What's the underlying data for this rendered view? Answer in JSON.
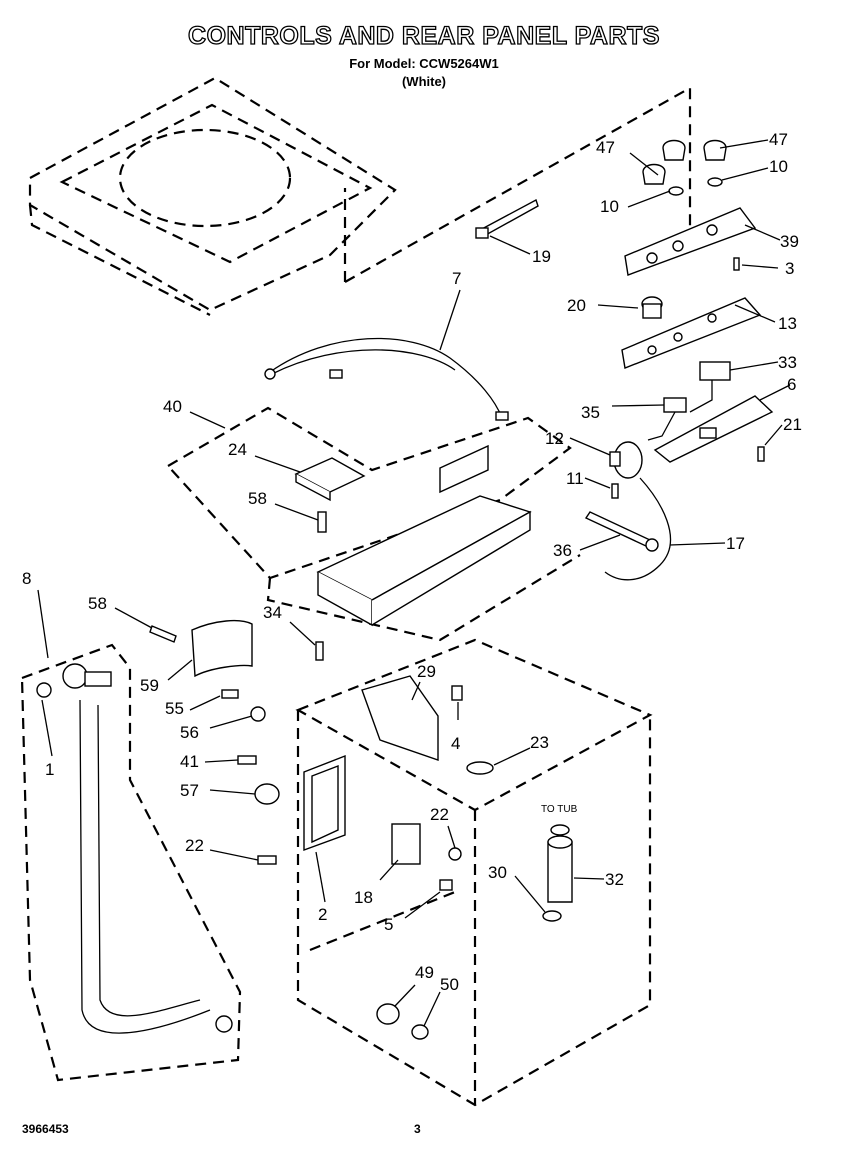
{
  "header": {
    "title": "CONTROLS AND REAR PANEL PARTS",
    "model_line": "For Model: CCW5264W1",
    "color_line": "(White)"
  },
  "footer": {
    "doc_number": "3966453",
    "page_number": "3"
  },
  "callouts": {
    "c1": "1",
    "c2": "2",
    "c3": "3",
    "c4": "4",
    "c5": "5",
    "c6": "6",
    "c7": "7",
    "c8": "8",
    "c10a": "10",
    "c10b": "10",
    "c11": "11",
    "c12": "12",
    "c13": "13",
    "c17": "17",
    "c18": "18",
    "c19": "19",
    "c20": "20",
    "c21": "21",
    "c22a": "22",
    "c22b": "22",
    "c23": "23",
    "c24": "24",
    "c29": "29",
    "c30": "30",
    "c32": "32",
    "c33": "33",
    "c34": "34",
    "c35": "35",
    "c36": "36",
    "c39": "39",
    "c40": "40",
    "c41": "41",
    "c47a": "47",
    "c47b": "47",
    "c49": "49",
    "c50": "50",
    "c55": "55",
    "c56": "56",
    "c57": "57",
    "c58a": "58",
    "c58b": "58",
    "c59": "59"
  },
  "annotations": {
    "to_tub": "TO TUB"
  }
}
